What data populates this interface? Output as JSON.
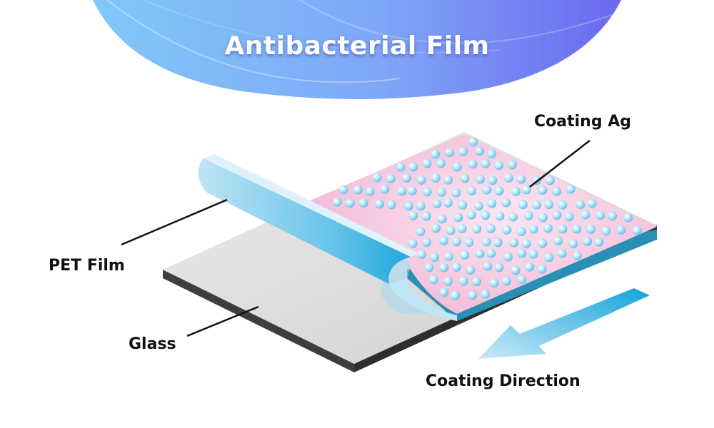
{
  "title": "Antibacterial Film",
  "labels": {
    "coating_ag": "Coating Ag",
    "pet_film": "PET Film",
    "glass": "Glass",
    "coating_direction": "Coating Direction"
  },
  "colors": {
    "banner_left": "#7ec8f8",
    "banner_right": "#6a6cf2",
    "coating_pink": "#f7c4dc",
    "pet_blue": "#2bb0de",
    "glass_gray": "#dcdcdc",
    "ag_dot": "#a9dcf5",
    "arrow_start": "#bfe5f6",
    "arrow_end": "#1ba6dd"
  },
  "icons": {
    "direction_arrow": "arrow-down-left-icon"
  }
}
